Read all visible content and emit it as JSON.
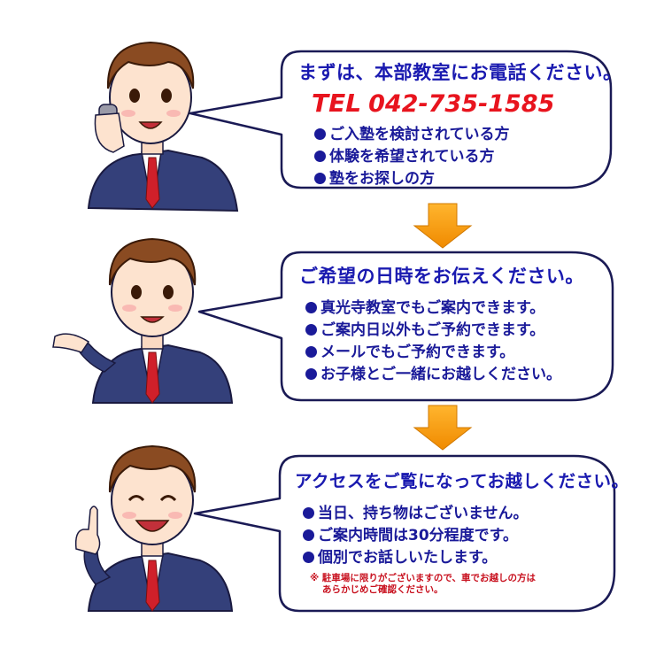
{
  "steps": [
    {
      "headline": "まずは、本部教室にお電話ください。",
      "tel_label": "TEL",
      "tel_number": "042-735-1585",
      "items": [
        "ご入塾を検討されている方",
        "体験を希望されている方",
        "塾をお探しの方"
      ]
    },
    {
      "headline": "ご希望の日時をお伝えください。",
      "items": [
        "真光寺教室でもご案内できます。",
        "ご案内日以外もご予約できます。",
        "メールでもご予約できます。",
        "お子様とご一緒にお越しください。"
      ]
    },
    {
      "headline": "アクセスをご覧になってお越しください。",
      "items": [
        "当日、持ち物はございません。",
        "ご案内時間は30分程度です。",
        "個別でお話しいたします。"
      ],
      "note_lines": [
        "※ 駐車場に限りがございますので、車でお越しの方は",
        "あらかじめご確認ください。"
      ]
    }
  ],
  "colors": {
    "text_blue": "#1a1ab0",
    "tel_red": "#e8141e",
    "arrow_orange": "#f39200",
    "bubble_border": "#1a1a55",
    "suit_navy": "#34407a",
    "tie_red": "#d0202a"
  }
}
